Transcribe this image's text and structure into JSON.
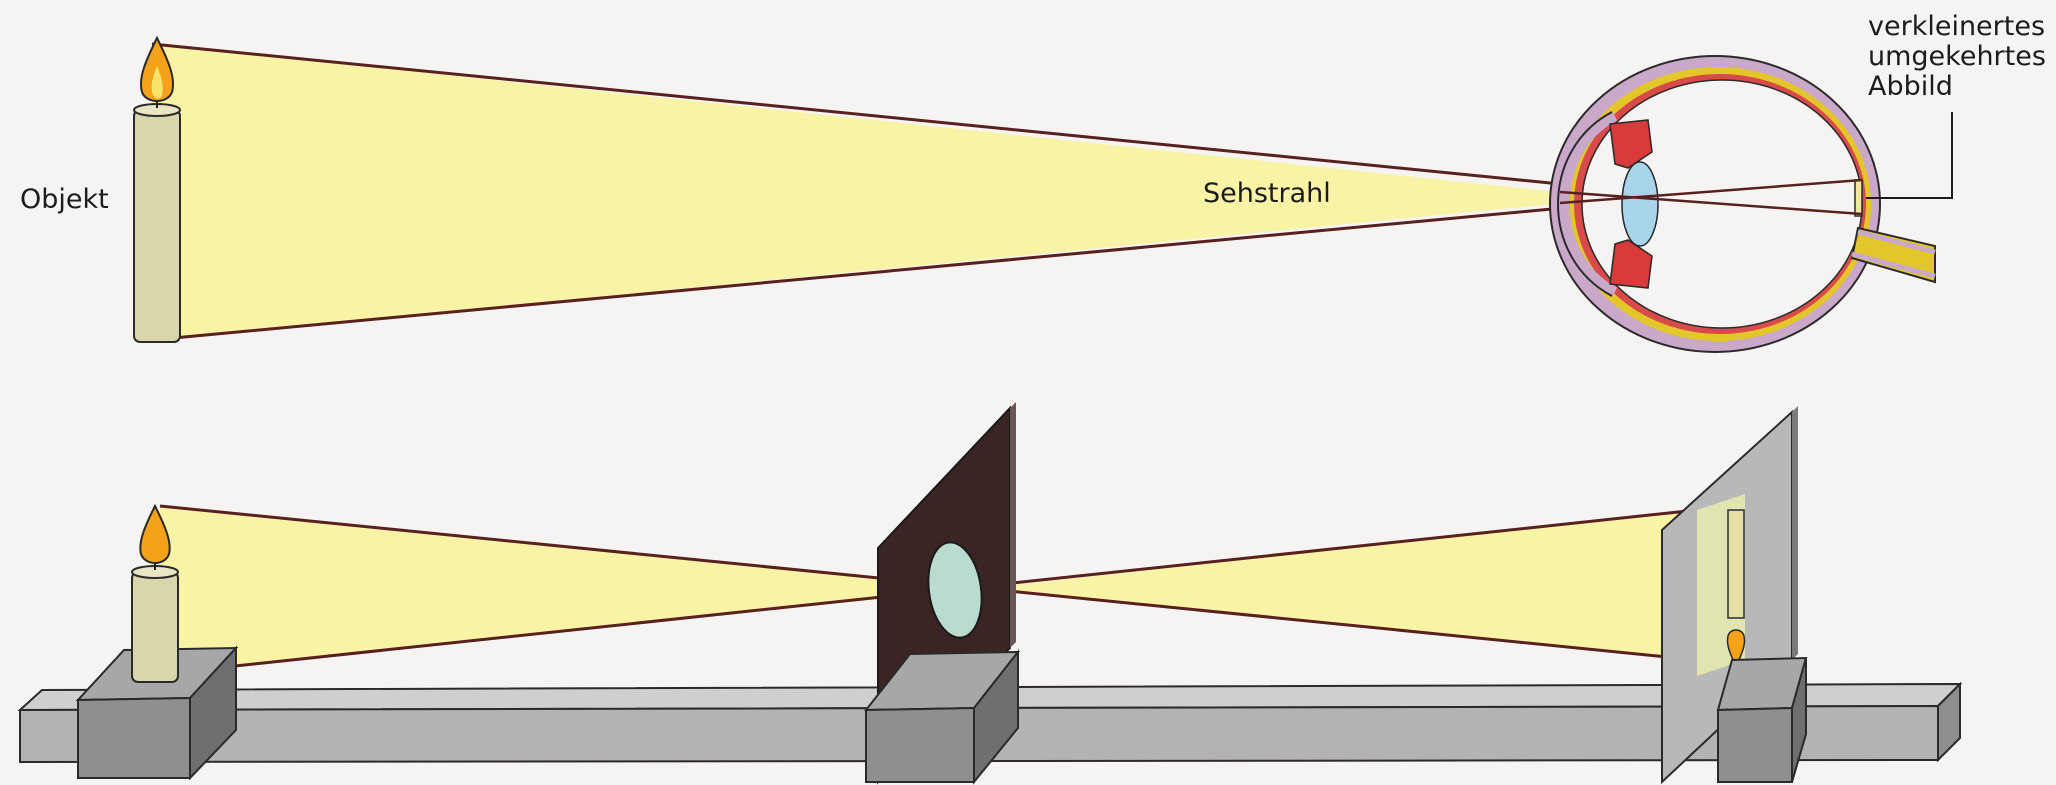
{
  "labels": {
    "object": "Objekt",
    "sight_ray": "Sehstrahl",
    "image_line1": "verkleinertes",
    "image_line2": "umgekehrtes",
    "image_line3": "Abbild"
  },
  "colors": {
    "light_cone": "#f8f3a5",
    "ray_line": "#5a2020",
    "candle": "#d9d6ab",
    "flame": "#f3a21a",
    "rail": "#c5c5c5",
    "rail_side": "#8e8e8e",
    "lens_plate": "#3a2424",
    "lens_glass": "#b9dccf",
    "screen": "#b8b8b8",
    "sclera": "#c9a8c9",
    "retina": "#e3c62a",
    "iris": "#d93a3a",
    "eye_lens": "#a8d5ea"
  }
}
